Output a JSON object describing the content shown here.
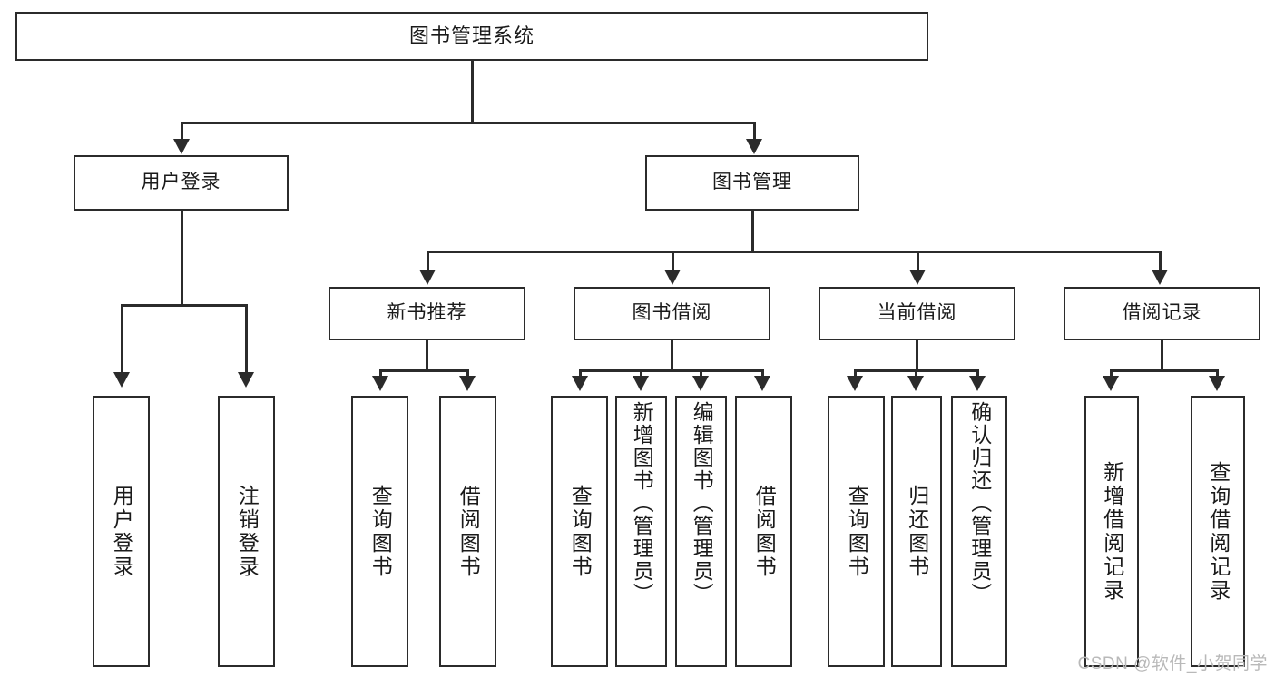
{
  "diagram": {
    "type": "hierarchy-tree",
    "title": "图书管理系统",
    "root": {
      "label": "图书管理系统"
    },
    "level2": [
      {
        "label": "用户登录"
      },
      {
        "label": "图书管理"
      }
    ],
    "level3": [
      {
        "label": "新书推荐"
      },
      {
        "label": "图书借阅"
      },
      {
        "label": "当前借阅"
      },
      {
        "label": "借阅记录"
      }
    ],
    "leaves": [
      {
        "label": "用户登录",
        "parent": "用户登录"
      },
      {
        "label": "注销登录",
        "parent": "用户登录"
      },
      {
        "label": "查询图书",
        "parent": "新书推荐"
      },
      {
        "label": "借阅图书",
        "parent": "新书推荐"
      },
      {
        "label": "查询图书",
        "parent": "图书借阅"
      },
      {
        "label": "新增图书（管理员）",
        "parent": "图书借阅"
      },
      {
        "label": "编辑图书（管理员）",
        "parent": "图书借阅"
      },
      {
        "label": "借阅图书",
        "parent": "图书借阅"
      },
      {
        "label": "查询图书",
        "parent": "当前借阅"
      },
      {
        "label": "归还图书",
        "parent": "当前借阅"
      },
      {
        "label": "确认归还（管理员）",
        "parent": "当前借阅"
      },
      {
        "label": "新增借阅记录",
        "parent": "借阅记录"
      },
      {
        "label": "查询借阅记录",
        "parent": "借阅记录"
      }
    ]
  },
  "watermark": {
    "text": "CSDN @软件_小贺同学"
  },
  "colors": {
    "stroke": "#2b2b2b",
    "fill": "#ffffff",
    "text": "#1a1a1a",
    "watermark": "#b9b9b9"
  }
}
